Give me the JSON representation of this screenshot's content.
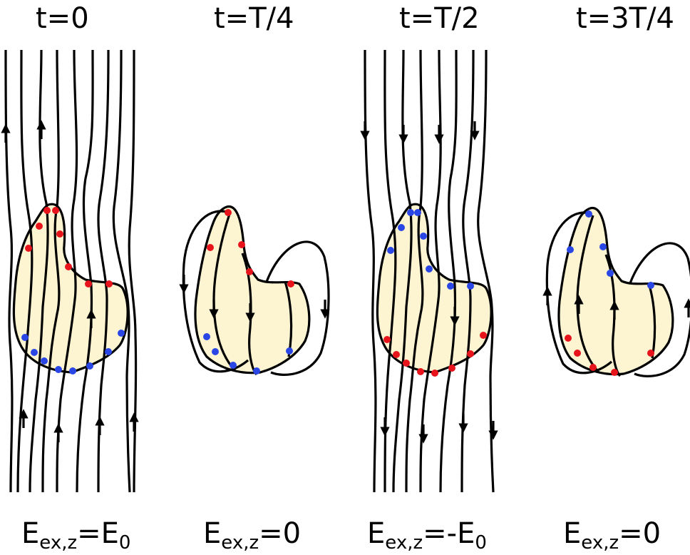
{
  "panels": [
    {
      "time": "t=0",
      "field_main": "E",
      "field_sub": "ex,z",
      "field_rhs": "=E",
      "field_rhs_sub": "0"
    },
    {
      "time": "t=T/4",
      "field_main": "E",
      "field_sub": "ex,z",
      "field_rhs": "=0",
      "field_rhs_sub": ""
    },
    {
      "time": "t=T/2",
      "field_main": "E",
      "field_sub": "ex,z",
      "field_rhs": "=-E",
      "field_rhs_sub": "0"
    },
    {
      "time": "t=3T/4",
      "field_main": "E",
      "field_sub": "ex,z",
      "field_rhs": "=0",
      "field_rhs_sub": ""
    }
  ],
  "colors": {
    "positive_charge": "#e8141b",
    "negative_charge": "#2a47e6",
    "particle_fill": "#fdf5d2",
    "field_line": "#000000"
  }
}
